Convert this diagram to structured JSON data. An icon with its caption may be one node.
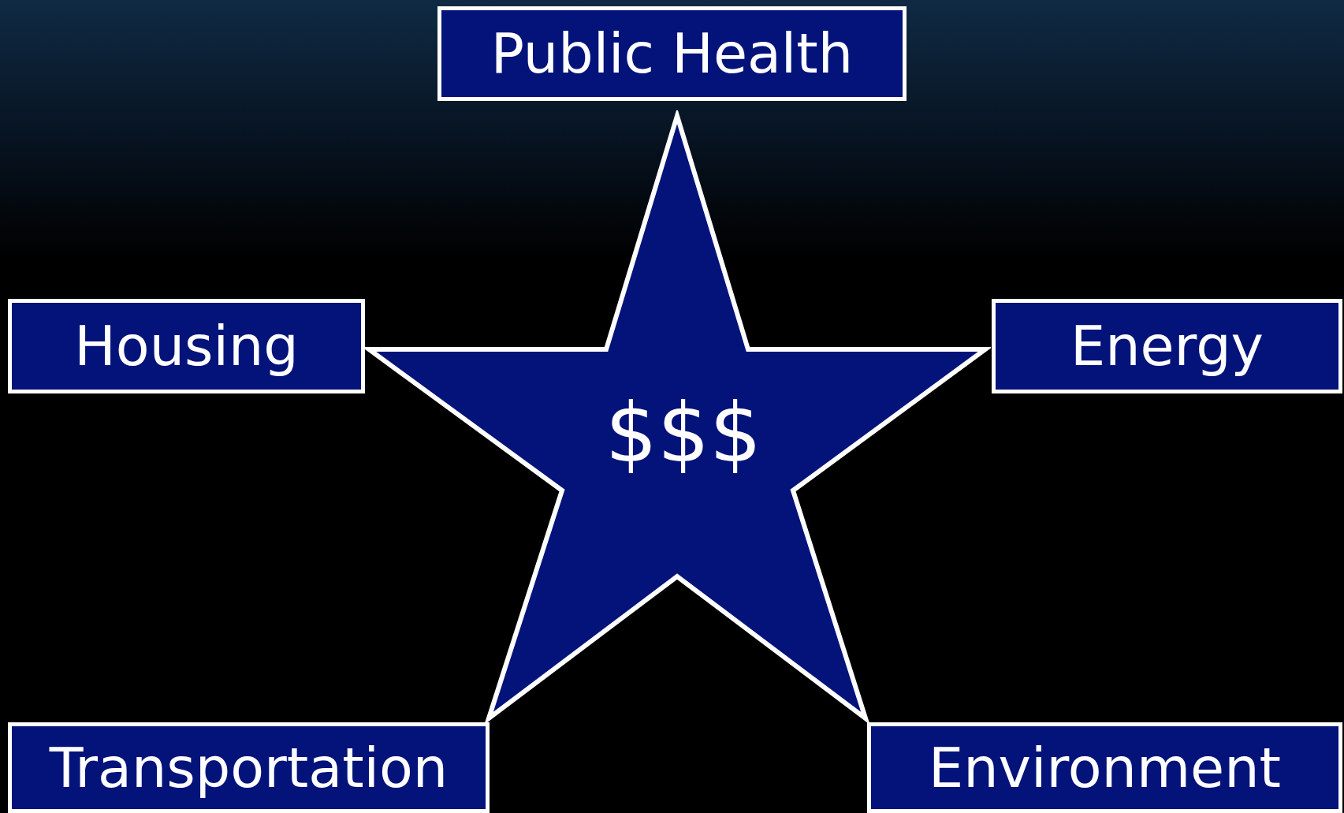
{
  "diagram": {
    "nodes": [
      {
        "text": [
          "Public Health"
        ]
      },
      {
        "text": [
          "Housing"
        ]
      },
      {
        "text": [
          "$$$"
        ]
      },
      {
        "text": [
          "Energy"
        ]
      },
      {
        "text": [
          "Transportation"
        ]
      },
      {
        "text": [
          "Environment"
        ]
      }
    ]
  }
}
